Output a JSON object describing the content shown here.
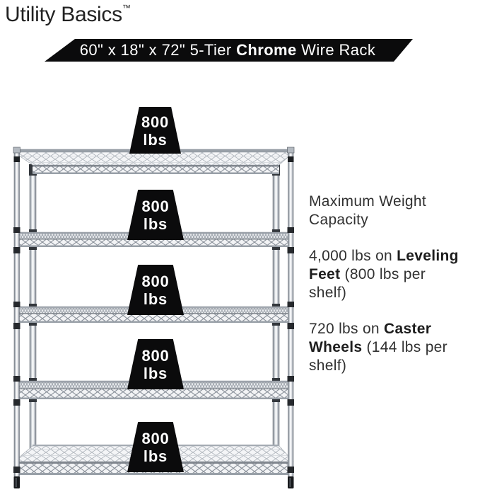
{
  "brand": {
    "name": "Utility Basics",
    "trademark": "™"
  },
  "banner": {
    "runs": [
      {
        "text": "60\" x 18\" x 72\" 5-Tier "
      },
      {
        "text": "Chrome",
        "bold": true
      },
      {
        "text": " Wire Rack"
      }
    ],
    "bg_color": "#0b0b0c",
    "text_color": "#ffffff"
  },
  "shelf_badges": [
    {
      "value": "800",
      "unit": "lbs"
    },
    {
      "value": "800",
      "unit": "lbs"
    },
    {
      "value": "800",
      "unit": "lbs"
    },
    {
      "value": "800",
      "unit": "lbs"
    },
    {
      "value": "800",
      "unit": "lbs"
    }
  ],
  "info": {
    "paragraphs": [
      {
        "id": "capacity",
        "runs": [
          {
            "text": "Maximum Weight"
          },
          {
            "br": true
          },
          {
            "text": "Capacity"
          }
        ]
      },
      {
        "id": "leveling",
        "runs": [
          {
            "text": "4,000 lbs on "
          },
          {
            "text": "Leveling",
            "bold": true
          },
          {
            "br": true
          },
          {
            "text": "Feet",
            "bold": true
          },
          {
            "text": " (800 lbs per"
          },
          {
            "br": true
          },
          {
            "text": "shelf)"
          }
        ]
      },
      {
        "id": "caster",
        "runs": [
          {
            "text": "720 lbs on "
          },
          {
            "text": "Caster",
            "bold": true
          },
          {
            "br": true
          },
          {
            "text": "Wheels",
            "bold": true
          },
          {
            "text": " (144 lbs per"
          },
          {
            "br": true
          },
          {
            "text": "shelf)"
          }
        ]
      }
    ]
  },
  "colors": {
    "badge_bg": "#0b0b0c",
    "badge_text": "#ffffff",
    "body_text": "#313131",
    "chrome_light": "#f4f6f8",
    "chrome_dark": "#7e848d"
  }
}
